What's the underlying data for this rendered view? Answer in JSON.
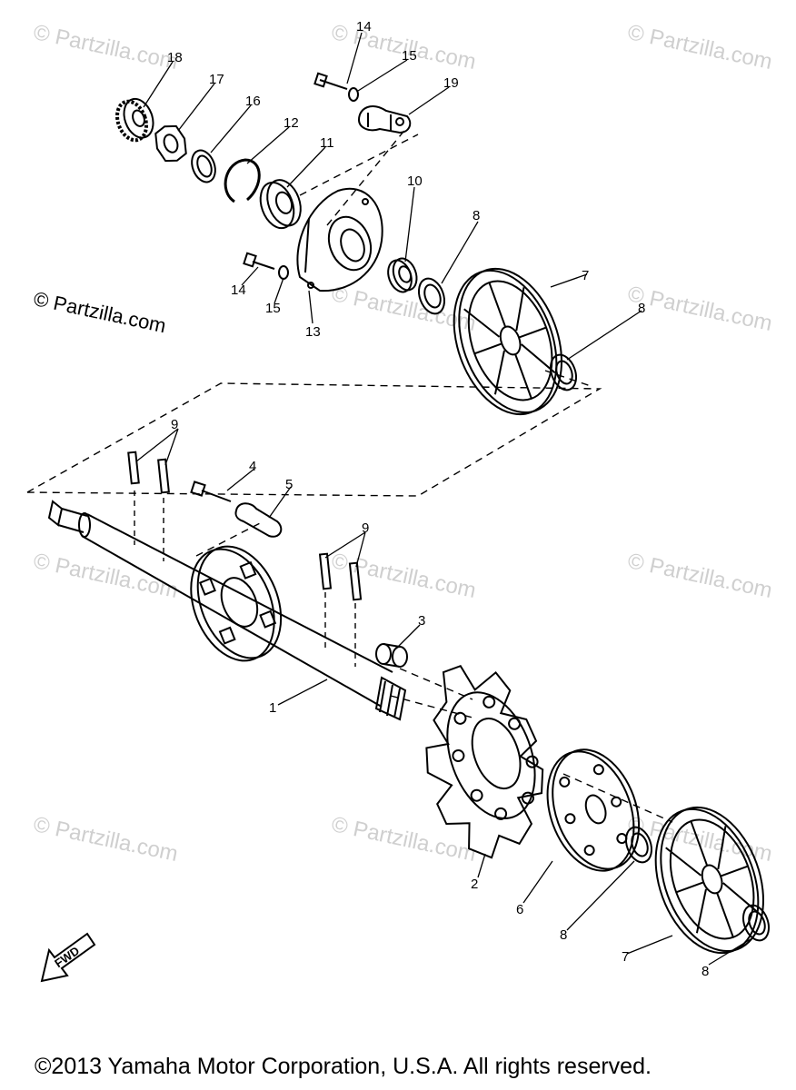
{
  "watermark": "© Partzilla.com",
  "watermark_main": "© Partzilla.com",
  "copyright": "©2013  Yamaha Motor Corporation, U.S.A. All rights reserved.",
  "fwd_label": "FWD",
  "callouts": {
    "n1": "1",
    "n2": "2",
    "n3": "3",
    "n4": "4",
    "n5": "5",
    "n6": "6",
    "n7a": "7",
    "n7b": "7",
    "n8a": "8",
    "n8b": "8",
    "n8c": "8",
    "n8d": "8",
    "n9a": "9",
    "n9b": "9",
    "n10": "10",
    "n11": "11",
    "n12": "12",
    "n13": "13",
    "n14a": "14",
    "n14b": "14",
    "n15a": "15",
    "n15b": "15",
    "n16": "16",
    "n17": "17",
    "n18": "18",
    "n19": "19"
  }
}
